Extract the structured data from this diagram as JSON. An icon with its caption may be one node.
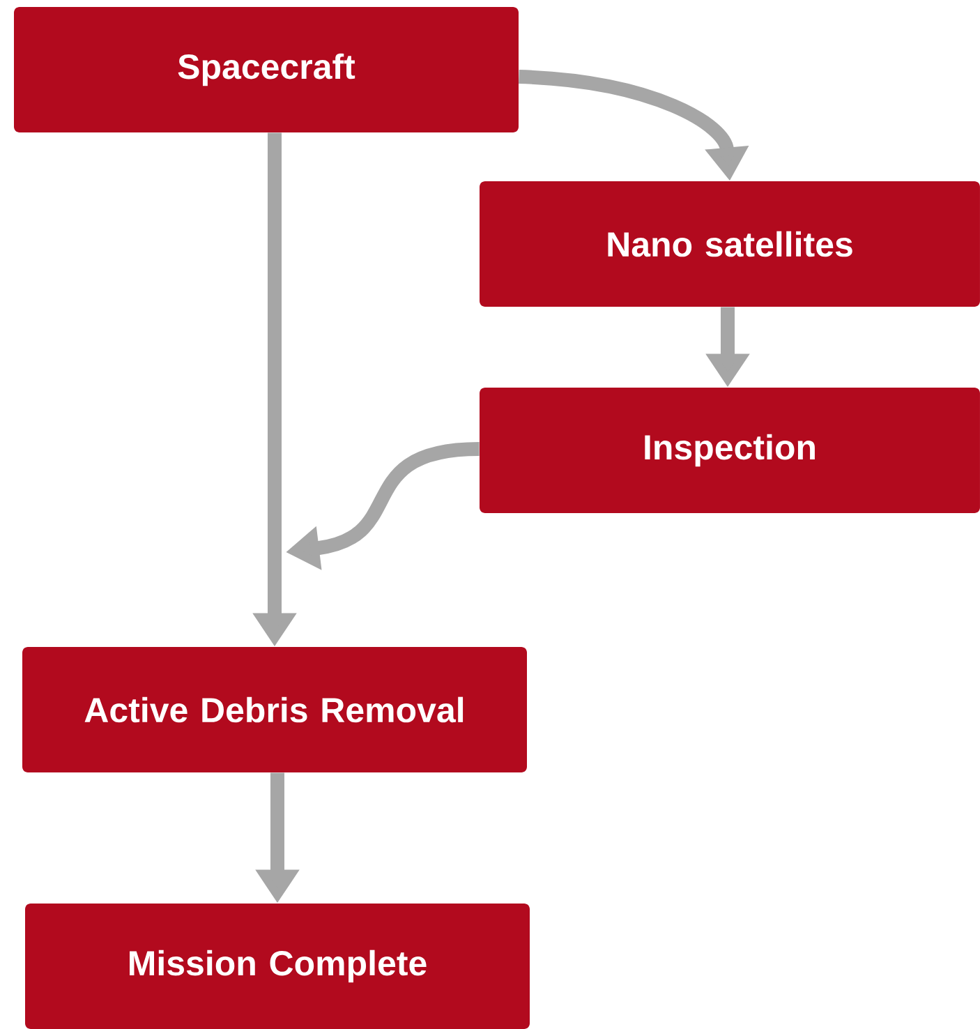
{
  "diagram": {
    "nodes": [
      {
        "text": [
          "Spacecraft"
        ]
      },
      {
        "text": [
          "Nano satellites"
        ]
      },
      {
        "text": [
          "Inspection"
        ]
      },
      {
        "text": [
          "Active Debris Removal"
        ]
      },
      {
        "text": [
          "Mission Complete"
        ]
      }
    ],
    "edges": [
      {
        "from": 0,
        "to": 1,
        "arrow": "to"
      },
      {
        "from": 0,
        "to": 3,
        "arrow": "to"
      },
      {
        "from": 1,
        "to": 2,
        "arrow": "to"
      },
      {
        "from": 2,
        "to": null,
        "arrow": "to"
      },
      {
        "from": 3,
        "to": 4,
        "arrow": "to"
      }
    ]
  }
}
